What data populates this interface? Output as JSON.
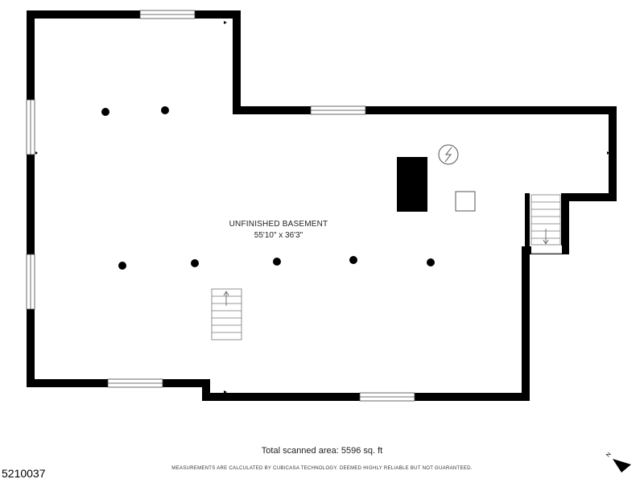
{
  "room": {
    "name": "UNFINISHED BASEMENT",
    "dimensions": "55'10\" x 36'3\""
  },
  "footer": {
    "total_area": "Total scanned area: 5596 sq. ft",
    "disclaimer": "MEASUREMENTS ARE CALCULATED BY CUBICASA TECHNOLOGY. DEEMED HIGHLY RELIABLE BUT NOT GUARANTEED.",
    "listing_id": "5210037"
  },
  "compass": {
    "label": "N",
    "icon": "north-arrow-icon"
  },
  "colors": {
    "wall": "#000000",
    "background": "#ffffff",
    "fixture_stroke": "#555555"
  }
}
